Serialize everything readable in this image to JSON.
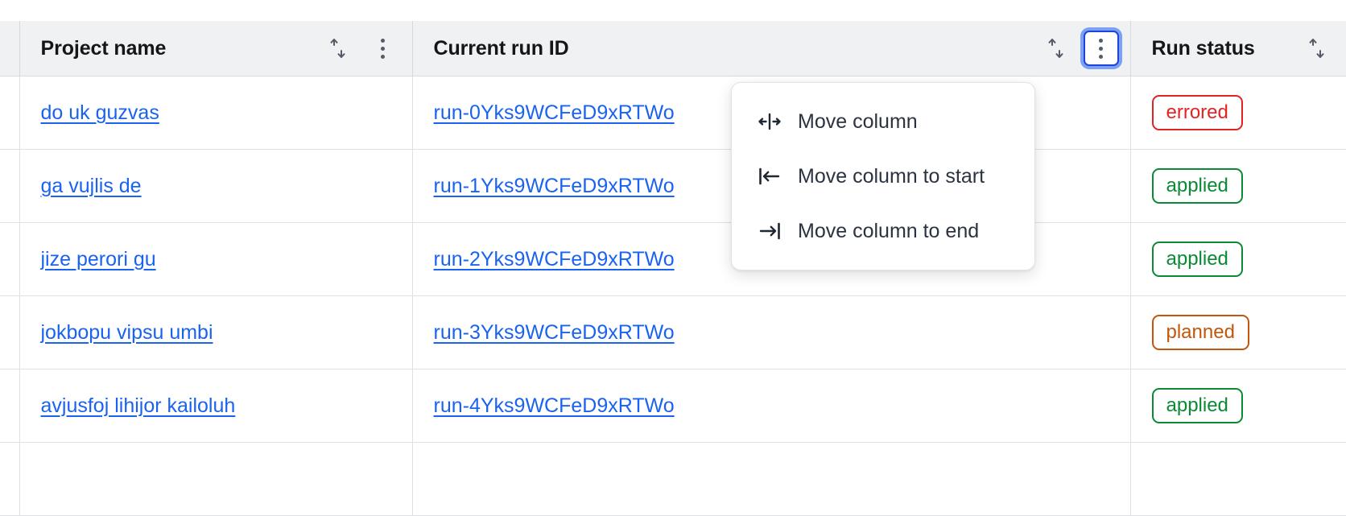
{
  "table": {
    "columns": [
      {
        "id": "select",
        "label": "",
        "has_sort": false,
        "has_menu": false
      },
      {
        "id": "project_name",
        "label": "Project name",
        "has_sort": true,
        "sort_icon": "sort-arrows-icon",
        "has_menu": true,
        "menu_icon": "kebab-menu-icon",
        "menu_open": false
      },
      {
        "id": "current_run_id",
        "label": "Current run ID",
        "has_sort": true,
        "sort_icon": "sort-arrows-icon",
        "has_menu": true,
        "menu_icon": "kebab-menu-icon",
        "menu_open": true
      },
      {
        "id": "run_status",
        "label": "Run status",
        "has_sort": true,
        "sort_icon": "sort-arrows-icon",
        "has_menu": false
      }
    ],
    "rows": [
      {
        "project_name": "do uk guzvas",
        "current_run_id": "run-0Yks9WCFeD9xRTWo",
        "run_status": "errored",
        "status_kind": "errored"
      },
      {
        "project_name": "ga vujlis de",
        "current_run_id": "run-1Yks9WCFeD9xRTWo",
        "run_status": "applied",
        "status_kind": "applied"
      },
      {
        "project_name": "jize perori gu",
        "current_run_id": "run-2Yks9WCFeD9xRTWo",
        "run_status": "applied",
        "status_kind": "applied"
      },
      {
        "project_name": "jokbopu vipsu umbi",
        "current_run_id": "run-3Yks9WCFeD9xRTWo",
        "run_status": "planned",
        "status_kind": "planned"
      },
      {
        "project_name": "avjusfoj lihijor kailoluh",
        "current_run_id": "run-4Yks9WCFeD9xRTWo",
        "run_status": "applied",
        "status_kind": "applied"
      }
    ]
  },
  "column_menu": {
    "open_for_column": "Current run ID",
    "items": [
      {
        "label": "Move column",
        "icon": "move-column-icon"
      },
      {
        "label": "Move column to start",
        "icon": "move-column-to-start-icon"
      },
      {
        "label": "Move column to end",
        "icon": "move-column-to-end-icon"
      }
    ]
  },
  "colors": {
    "link": "#1A63F0",
    "header_bg": "#F0F1F3",
    "border": "#DEE0E4",
    "focus_ring": "#7BA0F4",
    "focus_border": "#1A45D8",
    "status_errored": "#E02424",
    "status_applied": "#0A8A33",
    "status_planned": "#C2560C",
    "menu_text": "#2B3340"
  }
}
